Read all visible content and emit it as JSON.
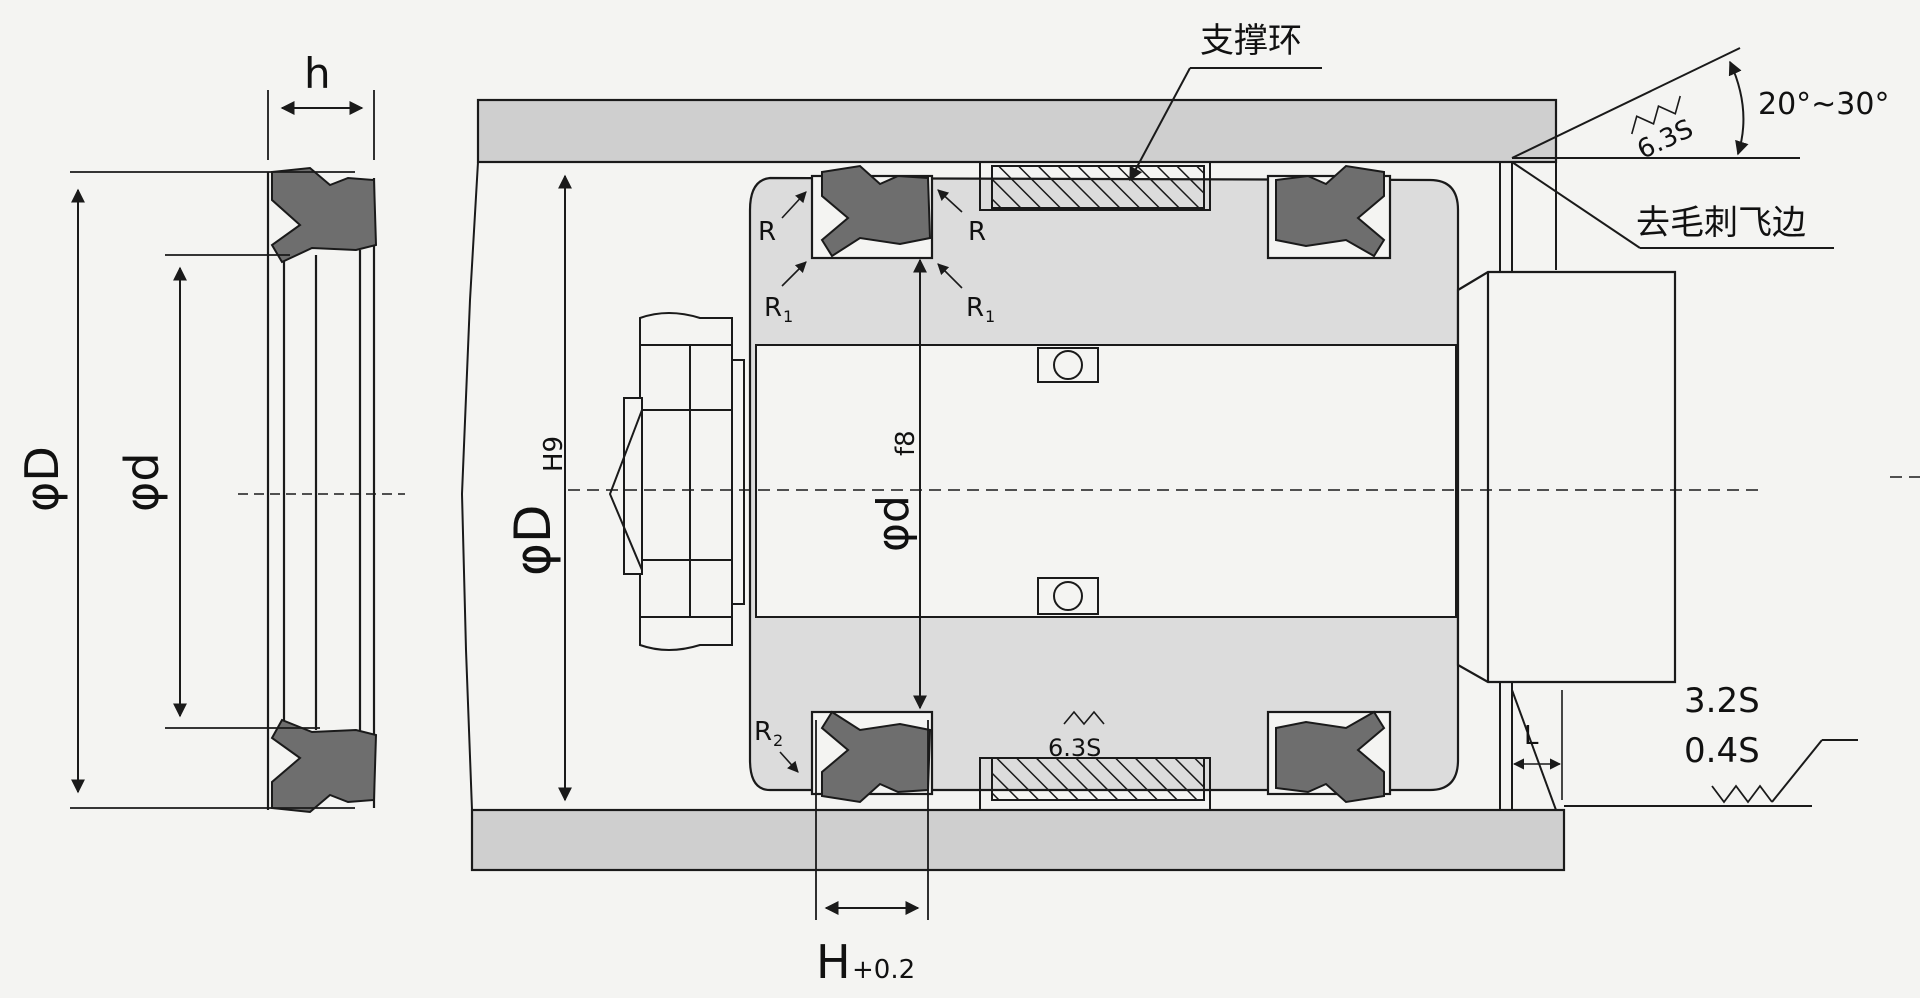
{
  "colors": {
    "paper": "#f4f4f2",
    "line": "#1a1a1a",
    "housing_fill": "#cfcfcf",
    "seal_fill": "#6e6e6e",
    "piston_fill": "#dcdcdc"
  },
  "labels": {
    "support_ring": "支撑环",
    "deburr": "去毛刺飞边",
    "angle": "20°~30°",
    "roughness_top": "6.3S",
    "roughness_mid": "6.3S",
    "roughness_a": "3.2S",
    "roughness_b": "0.4S",
    "L": "L",
    "H": "H",
    "H_tol": "+0.2",
    "R_left": "R",
    "R_right": "R",
    "R1": "R",
    "R1_sub": "1",
    "R1b": "R",
    "R1b_sub": "1",
    "R2": "R",
    "R2_sub": "2"
  },
  "seal_view": {
    "h": "h",
    "D": "φD",
    "d": "φd"
  },
  "assembly": {
    "D": "φD",
    "D_tol": "H9",
    "d": "φd",
    "d_tol": "f8"
  }
}
